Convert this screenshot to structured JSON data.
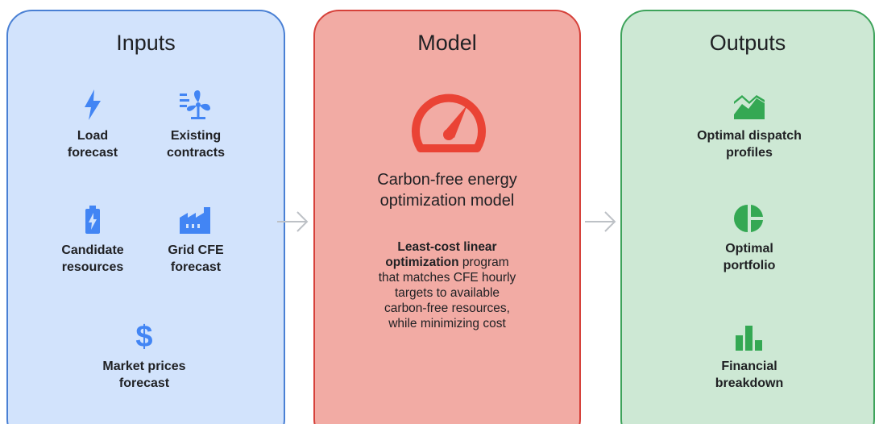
{
  "inputs": {
    "title": "Inputs",
    "items": [
      {
        "label_line1": "Load",
        "label_line2": "forecast",
        "icon": "lightning-bolt-icon"
      },
      {
        "label_line1": "Existing",
        "label_line2": "contracts",
        "icon": "wind-turbine-icon"
      },
      {
        "label_line1": "Candidate",
        "label_line2": "resources",
        "icon": "battery-charging-icon"
      },
      {
        "label_line1": "Grid CFE",
        "label_line2": "forecast",
        "icon": "factory-icon"
      },
      {
        "label_line1": "Market prices",
        "label_line2": "forecast",
        "icon": "dollar-sign-icon"
      }
    ]
  },
  "model": {
    "title": "Model",
    "icon": "speedometer-gauge-icon",
    "subtitle_line1": "Carbon-free energy",
    "subtitle_line2": "optimization model",
    "desc_bold_1": "Least-cost linear",
    "desc_bold_2": "optimization",
    "desc_rest_1": " program",
    "desc_line3": "that matches CFE hourly",
    "desc_line4": "targets to available",
    "desc_line5": "carbon-free resources,",
    "desc_line6": "while minimizing cost"
  },
  "outputs": {
    "title": "Outputs",
    "items": [
      {
        "label_line1": "Optimal dispatch",
        "label_line2": "profiles",
        "icon": "area-chart-icon"
      },
      {
        "label_line1": "Optimal",
        "label_line2": "portfolio",
        "icon": "pie-chart-icon"
      },
      {
        "label_line1": "Financial",
        "label_line2": "breakdown",
        "icon": "bar-chart-icon"
      }
    ]
  },
  "colors": {
    "inputs_fill": "#d2e3fc",
    "inputs_border": "#4a80d4",
    "inputs_icon": "#4285f4",
    "model_fill": "#f2aba4",
    "model_border": "#d6413a",
    "model_icon": "#ea4335",
    "outputs_fill": "#cde8d4",
    "outputs_border": "#3ea35b",
    "outputs_icon": "#34a853",
    "arrow": "#bdc1c6"
  }
}
